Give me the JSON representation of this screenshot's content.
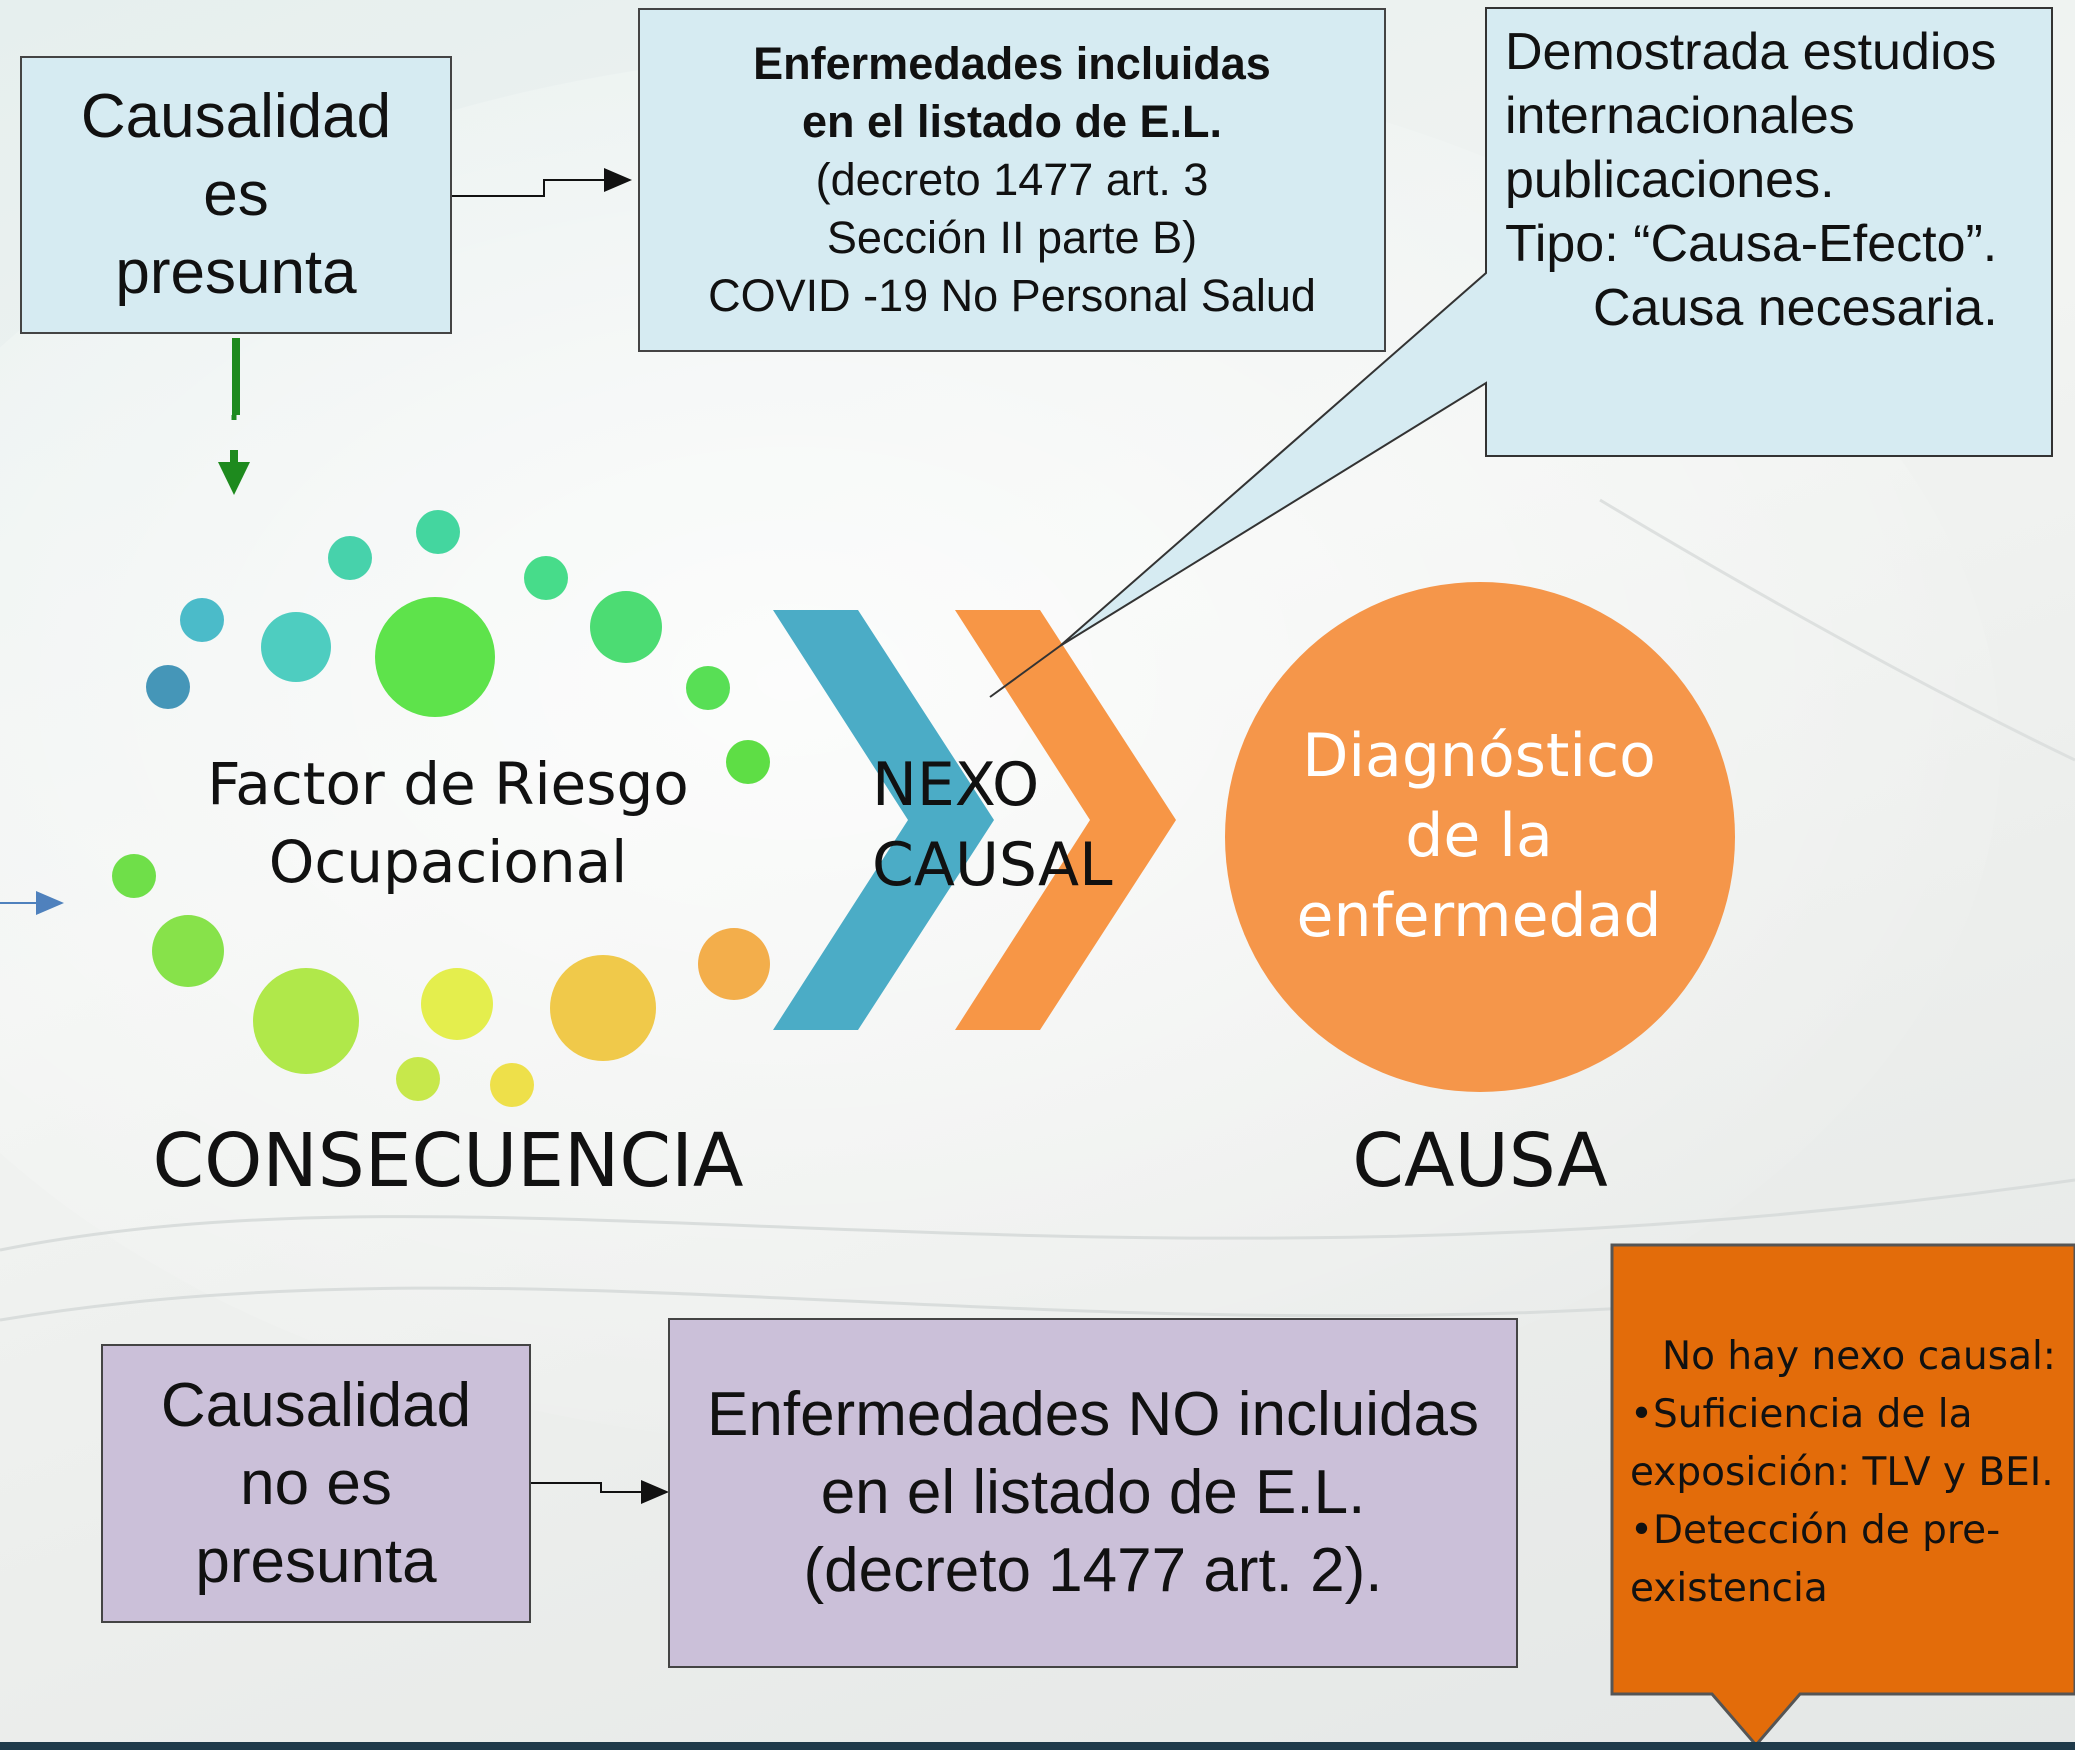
{
  "top_left_box": {
    "lines": [
      "Causalidad",
      "es",
      "presunta"
    ]
  },
  "top_center_box": {
    "lines_bold": [
      "Enfermedades incluidas",
      "en el listado de E.L."
    ],
    "lines": [
      "(decreto 1477 art. 3",
      "Sección II parte B)",
      "COVID -19 No Personal Salud"
    ]
  },
  "callout_top_right": {
    "lines": [
      "Demostrada estudios",
      "internacionales",
      "publicaciones.",
      "Tipo: “Causa-Efecto”.",
      "Causa necesaria."
    ]
  },
  "factor_label": {
    "lines": [
      "Factor de Riesgo",
      "Ocupacional"
    ]
  },
  "nexo_label": {
    "lines": [
      "NEXO",
      "CAUSAL"
    ]
  },
  "diagnosis_circle": {
    "lines": [
      "Diagnóstico",
      "de la",
      "enfermedad"
    ],
    "color": "#f5964a"
  },
  "captions": {
    "left": "CONSECUENCIA",
    "right": "CAUSA"
  },
  "bottom_left_box": {
    "lines": [
      "Causalidad",
      "no es",
      "presunta"
    ]
  },
  "bottom_center_box": {
    "lines": [
      "Enfermedades NO incluidas",
      "en el listado de E.L.",
      "(decreto 1477 art. 2)."
    ]
  },
  "callout_bottom_right": {
    "lines": [
      "No hay nexo causal:",
      "•Suficiencia de la",
      "exposición: TLV y BEI.",
      "•Detección de pre-",
      "existencia"
    ],
    "color": "#e36c0a"
  },
  "colors": {
    "box_blue": "#d6ebf2",
    "box_lilac": "#cbc0d9",
    "chevron_blue": "#4bacc6",
    "chevron_orange": "#f79646",
    "arrow_green": "#1e8a1e"
  }
}
